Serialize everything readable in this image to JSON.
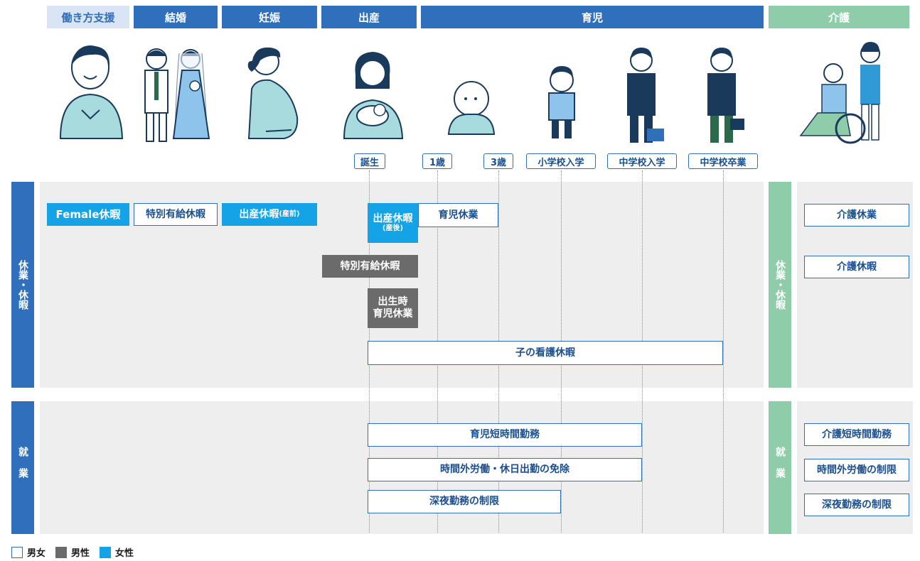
{
  "stages": {
    "support": "働き方支援",
    "marriage": "結婚",
    "pregnancy": "妊娠",
    "birth": "出産",
    "childcare": "育児",
    "care": "介護"
  },
  "milestones": {
    "birth": "誕生",
    "age1": "1歳",
    "age3": "3歳",
    "elementary": "小学校入学",
    "juniorhigh": "中学校入学",
    "juniorhigh_grad": "中学校卒業"
  },
  "leave_section": {
    "label": "休業・休暇",
    "boxes": {
      "female_leave": "Female休暇",
      "special_paid_1": "特別有給休暇",
      "maternity_pre": "出産休暇",
      "maternity_pre_note": "(産前)",
      "maternity_post": "出産休暇",
      "maternity_post_note": "(産後)",
      "childcare_leave": "育児休業",
      "special_paid_2": "特別有給休暇",
      "birth_childcare_line1": "出生時",
      "birth_childcare_line2": "育児休業",
      "sick_child_leave": "子の看護休暇"
    }
  },
  "work_section": {
    "label": "就業",
    "boxes": {
      "short_hours": "育児短時間勤務",
      "overtime_exempt": "時間外労働・休日出勤の免除",
      "night_limit": "深夜勤務の制限"
    }
  },
  "care_leave_section": {
    "label": "休業・休暇",
    "boxes": {
      "care_leave": "介護休業",
      "care_holiday": "介護休暇"
    }
  },
  "care_work_section": {
    "label": "就業",
    "boxes": {
      "care_short_hours": "介護短時間勤務",
      "care_overtime_limit": "時間外労働の制限",
      "care_night_limit": "深夜勤務の制限"
    }
  },
  "legend": {
    "both": "男女",
    "male": "男性",
    "female": "女性"
  },
  "colors": {
    "stage_blue": "#2f6fbb",
    "care_green": "#8fcdaa",
    "male_gray": "#6b6b6b",
    "female_cyan": "#14a3e6"
  }
}
